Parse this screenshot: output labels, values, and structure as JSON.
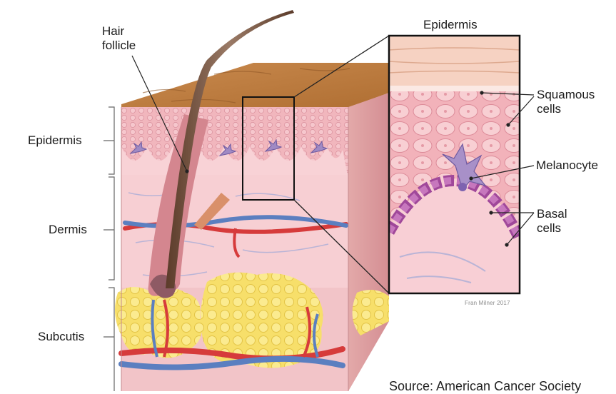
{
  "labels": {
    "hair_follicle": "Hair\nfollicle",
    "epidermis_left": "Epidermis",
    "dermis": "Dermis",
    "subcutis": "Subcutis",
    "inset_title": "Epidermis",
    "squamous": "Squamous\ncells",
    "melanocyte": "Melanocyte",
    "basal": "Basal\ncells"
  },
  "credit": "Fran Milner 2017",
  "source": "Source: American Cancer Society"
}
